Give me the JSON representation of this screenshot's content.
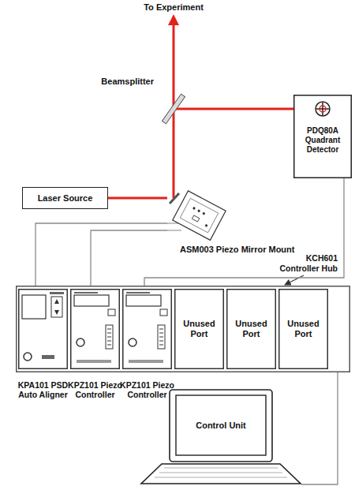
{
  "diagram": {
    "title": "To Experiment",
    "nodes": [
      {
        "text": [
          "PDQ80A Quadrant Detector"
        ]
      },
      {
        "text": [
          "Laser Source"
        ]
      },
      {
        "text": [
          "ASM003 Piezo Mirror Mount"
        ]
      },
      {
        "text": [
          "KCH601 Controller Hub"
        ]
      },
      {
        "text": [
          "KPA101 PSD Auto Aligner"
        ],
        "in": 3
      },
      {
        "text": [
          "KPZ101 Piezo Controller"
        ],
        "in": 3
      },
      {
        "text": [
          "KPZ101 Piezo Controller"
        ],
        "in": 3
      },
      {
        "text": [
          "Unused Port"
        ],
        "in": 3
      },
      {
        "text": [
          "Unused Port"
        ],
        "in": 3
      },
      {
        "text": [
          "Unused Port"
        ],
        "in": 3
      },
      {
        "text": [
          "Control Unit"
        ]
      }
    ],
    "edges": [
      {
        "from": 1,
        "to": 2,
        "arrow": "none"
      },
      {
        "from": 2,
        "to": 4,
        "arrow": "none"
      },
      {
        "from": 2,
        "to": 5,
        "arrow": "none"
      },
      {
        "from": 0,
        "to": 6,
        "arrow": "none"
      },
      {
        "from": 3,
        "to": 10,
        "arrow": "none"
      }
    ],
    "labels": [
      "Beamsplitter"
    ]
  }
}
